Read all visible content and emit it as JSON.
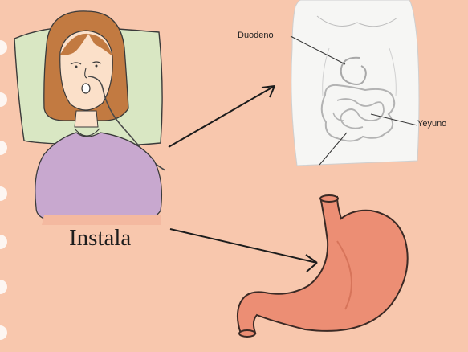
{
  "labels": {
    "main_caption": "Instala",
    "duodenum": "Duodeno",
    "jejunum": "Yeyuno"
  },
  "colors": {
    "background": "#f8c7ad",
    "stomach": "#ec8e74",
    "pillow": "#d9e7c3",
    "shirt": "#c8a8cf",
    "hair": "#c27a41",
    "skin": "#fbe0c9"
  },
  "icons": {
    "patient": "patient-with-nasal-tube-icon",
    "intestine": "intestine-anatomy-icon",
    "stomach": "stomach-icon"
  }
}
